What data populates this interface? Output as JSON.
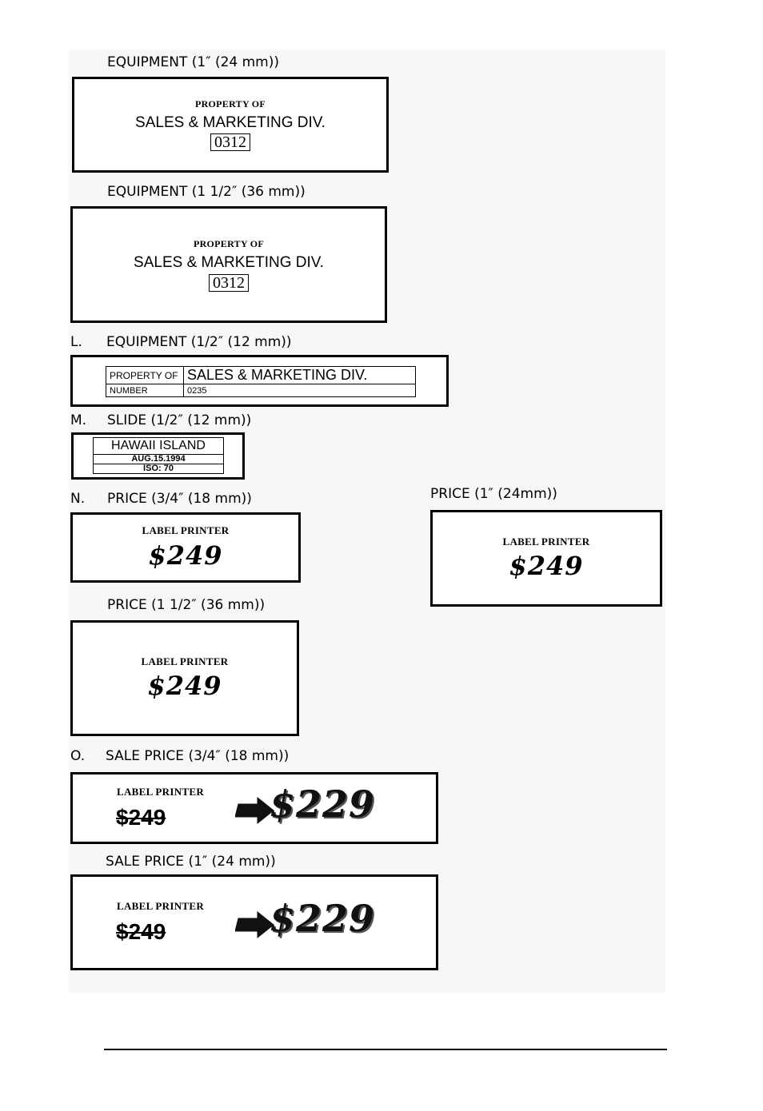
{
  "sections": {
    "equip_1in": {
      "caption": "EQUIPMENT (1″ (24 mm))",
      "small": "PROPERTY OF",
      "main": "SALES & MARKETING DIV.",
      "number": "0312"
    },
    "equip_1_5in": {
      "caption": "EQUIPMENT (1 1/2″ (36 mm))",
      "small": "PROPERTY OF",
      "main": "SALES & MARKETING DIV.",
      "number": "0312"
    },
    "equip_half": {
      "letter": "L.",
      "caption": "EQUIPMENT (1/2″ (12 mm))",
      "cell_property": "PROPERTY OF",
      "cell_main": "SALES & MARKETING DIV.",
      "cell_number_label": "NUMBER",
      "cell_number": "0235"
    },
    "slide": {
      "letter": "M.",
      "caption": "SLIDE (1/2″ (12 mm))",
      "line1": "HAWAII ISLAND",
      "line2": "AUG.15.1994",
      "line3": "ISO: 70"
    },
    "price_3_4": {
      "letter": "N.",
      "caption": "PRICE (3/4″ (18 mm))",
      "small": "LABEL PRINTER",
      "price": "$249"
    },
    "price_1in": {
      "caption": "PRICE (1″ (24mm))",
      "small": "LABEL PRINTER",
      "price": "$249"
    },
    "price_1_5in": {
      "caption": "PRICE (1 1/2″ (36 mm))",
      "small": "LABEL PRINTER",
      "price": "$249"
    },
    "sale_3_4": {
      "letter": "O.",
      "caption": "SALE PRICE (3/4″ (18 mm))",
      "small": "LABEL PRINTER",
      "old_price": "$249",
      "new_price": "$229",
      "arrow_icon": "right-arrow-icon"
    },
    "sale_1in": {
      "caption": "SALE PRICE (1″ (24 mm))",
      "small": "LABEL PRINTER",
      "old_price": "$249",
      "new_price": "$229",
      "arrow_icon": "right-arrow-icon"
    }
  }
}
